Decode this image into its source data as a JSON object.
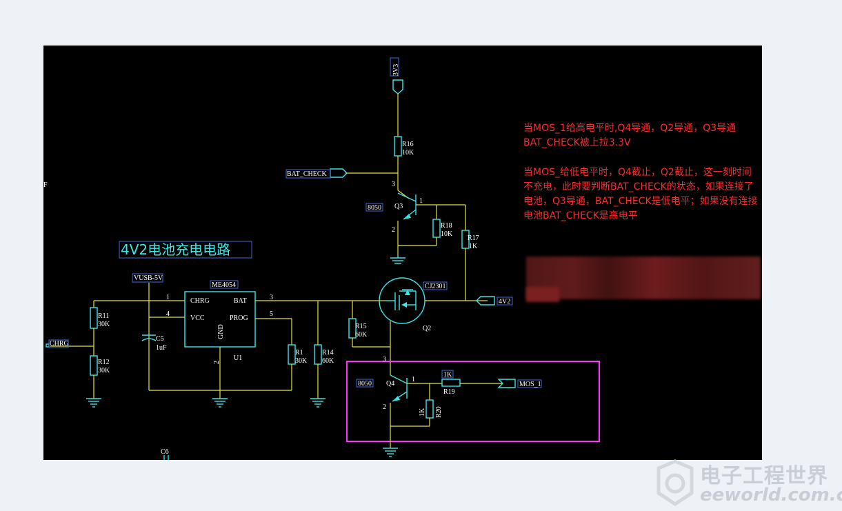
{
  "schematic": {
    "title": "4V2电池充电电路",
    "nets": {
      "v3": "3V3",
      "bat_check": "BAT_CHECK",
      "vusb": "VUSB-5V",
      "chrg": "CHRG",
      "out_4v2": "4V2",
      "mos_1": "MOS_1"
    },
    "ic": {
      "ref": "U1",
      "part": "ME4054",
      "pins": {
        "chrg": "CHRG",
        "bat": "BAT",
        "vcc": "VCC",
        "prog": "PROG",
        "gnd": "GND"
      },
      "pin_numbers": {
        "p1": "1",
        "p2": "2",
        "p3": "3",
        "p4": "4",
        "p5": "5"
      }
    },
    "components": {
      "r16": {
        "ref": "R16",
        "value": "10K"
      },
      "r17": {
        "ref": "R17",
        "value": "1K"
      },
      "r18": {
        "ref": "R18",
        "value": "10K"
      },
      "r11": {
        "ref": "R11",
        "value": "30K"
      },
      "r12": {
        "ref": "R12",
        "value": "30K"
      },
      "r1": {
        "ref": "R1",
        "value": "30K"
      },
      "r14": {
        "ref": "R14",
        "value": "60K"
      },
      "r15": {
        "ref": "R15",
        "value": "60K"
      },
      "r19": {
        "ref": "R19",
        "value": "1K"
      },
      "r20": {
        "ref": "R20",
        "value": "1K"
      },
      "c5": {
        "ref": "C5",
        "value": "1uF"
      },
      "c6": {
        "ref": "C6"
      },
      "q2": {
        "ref": "Q2",
        "part": "CJ2301"
      },
      "q3": {
        "ref": "Q3",
        "part": "8050",
        "pin1": "1",
        "pin2": "2",
        "pin3": "3"
      },
      "q4": {
        "ref": "Q4",
        "part": "8050",
        "pin1": "1",
        "pin2": "2",
        "pin3": "3"
      }
    },
    "edge_mark": "F",
    "notes": [
      "当MOS_1给高电平时,Q4导通，Q2导通，Q3导通 BAT_CHECK被上拉3.3V",
      "当MOS_给低电平时，Q4截止，Q2截止，这一刻时间不充电，此时要判断BAT_CHECK的状态，如果连接了电池，Q3导通，BAT_CHECK是低电平；如果没有连接电池BAT_CHECK是高电平"
    ],
    "colors": {
      "wire": "#e6e63a",
      "component": "#38e6e6",
      "label_box": "#3a6dd8",
      "text": "#ffffff",
      "note": "#ff2a2a",
      "highlight": "#ff33ff"
    }
  },
  "watermark": {
    "cn": "电子工程世界",
    "en": "eeworld.com.cn"
  }
}
